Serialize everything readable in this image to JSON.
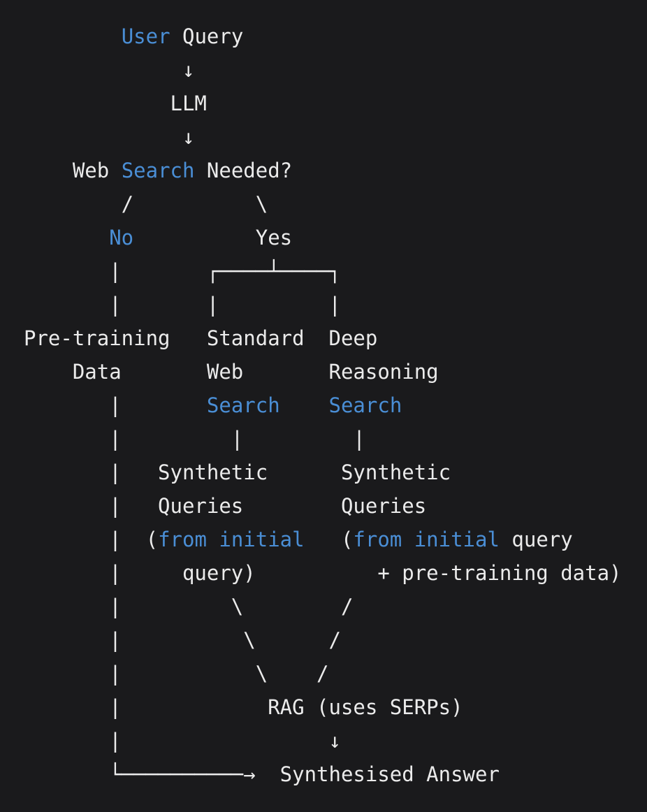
{
  "ui": {
    "background_color": "#1a1a1c",
    "text_color": "#ebebeb",
    "accent_color": "#4a8ed5"
  },
  "diagram": {
    "description": "ASCII flowchart: user query routed by LLM through optional web search to a synthesised answer",
    "lines": [
      {
        "segments": [
          {
            "text": "        "
          },
          {
            "text": "User",
            "accent": true
          },
          {
            "text": " Query"
          }
        ]
      },
      {
        "segments": [
          {
            "text": "             ↓"
          }
        ]
      },
      {
        "segments": [
          {
            "text": "            LLM"
          }
        ]
      },
      {
        "segments": [
          {
            "text": "             ↓"
          }
        ]
      },
      {
        "segments": [
          {
            "text": "    Web "
          },
          {
            "text": "Search",
            "accent": true
          },
          {
            "text": " Needed?"
          }
        ]
      },
      {
        "segments": [
          {
            "text": "        /          \\"
          }
        ]
      },
      {
        "segments": [
          {
            "text": "       "
          },
          {
            "text": "No",
            "accent": true
          },
          {
            "text": "          Yes"
          }
        ]
      },
      {
        "segments": [
          {
            "text": "       |       ┌────┴────┐"
          }
        ]
      },
      {
        "segments": [
          {
            "text": "       |       |         |"
          }
        ]
      },
      {
        "segments": [
          {
            "text": "Pre-training   Standard  Deep"
          }
        ]
      },
      {
        "segments": [
          {
            "text": "    Data       Web       Reasoning"
          }
        ]
      },
      {
        "segments": [
          {
            "text": "       |       "
          },
          {
            "text": "Search",
            "accent": true
          },
          {
            "text": "    "
          },
          {
            "text": "Search",
            "accent": true
          }
        ]
      },
      {
        "segments": [
          {
            "text": "       |         |         |"
          }
        ]
      },
      {
        "segments": [
          {
            "text": "       |   Synthetic      Synthetic"
          }
        ]
      },
      {
        "segments": [
          {
            "text": "       |   Queries        Queries"
          }
        ]
      },
      {
        "segments": [
          {
            "text": "       |  ("
          },
          {
            "text": "from initial",
            "accent": true
          },
          {
            "text": "   ("
          },
          {
            "text": "from initial",
            "accent": true
          },
          {
            "text": " query"
          }
        ]
      },
      {
        "segments": [
          {
            "text": "       |     query)          + pre-training data)"
          }
        ]
      },
      {
        "segments": [
          {
            "text": "       |         \\        /"
          }
        ]
      },
      {
        "segments": [
          {
            "text": "       |          \\      /"
          }
        ]
      },
      {
        "segments": [
          {
            "text": "       |           \\    /"
          }
        ]
      },
      {
        "segments": [
          {
            "text": "       |            RAG (uses SERPs)"
          }
        ]
      },
      {
        "segments": [
          {
            "text": "       |                 ↓"
          }
        ]
      },
      {
        "segments": [
          {
            "text": "       └──────────→  Synthesised Answer"
          }
        ]
      }
    ]
  }
}
